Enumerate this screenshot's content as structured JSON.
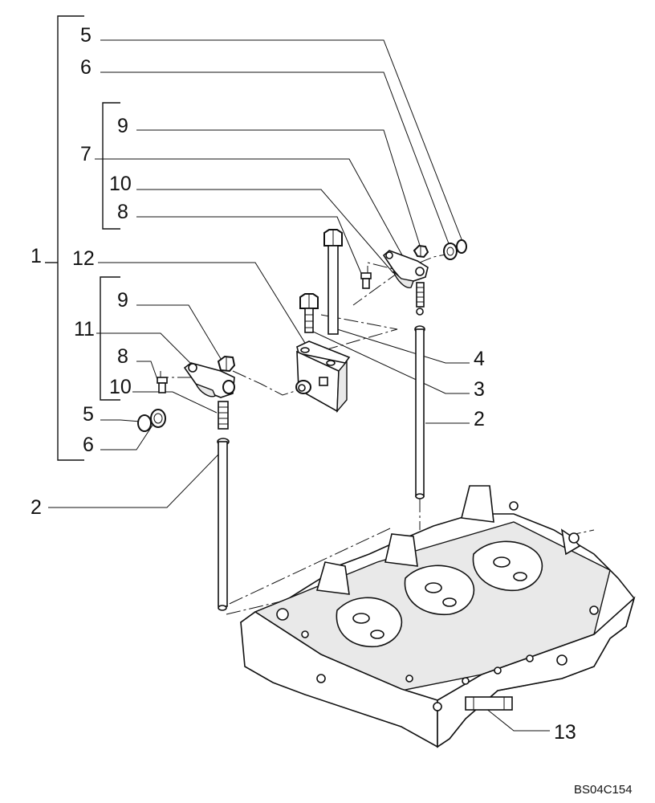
{
  "diagram": {
    "drawing_code": "BS04C154",
    "callouts": {
      "c1": "1",
      "c2_left": "2",
      "c2_right": "2",
      "c3": "3",
      "c4": "4",
      "c5_top": "5",
      "c5_bottom": "5",
      "c6_top": "6",
      "c6_bottom": "6",
      "c7": "7",
      "c8_top": "8",
      "c8_bottom": "8",
      "c9_top": "9",
      "c9_bottom": "9",
      "c10_top": "10",
      "c10_bottom": "10",
      "c11": "11",
      "c12": "12",
      "c13": "13"
    }
  }
}
